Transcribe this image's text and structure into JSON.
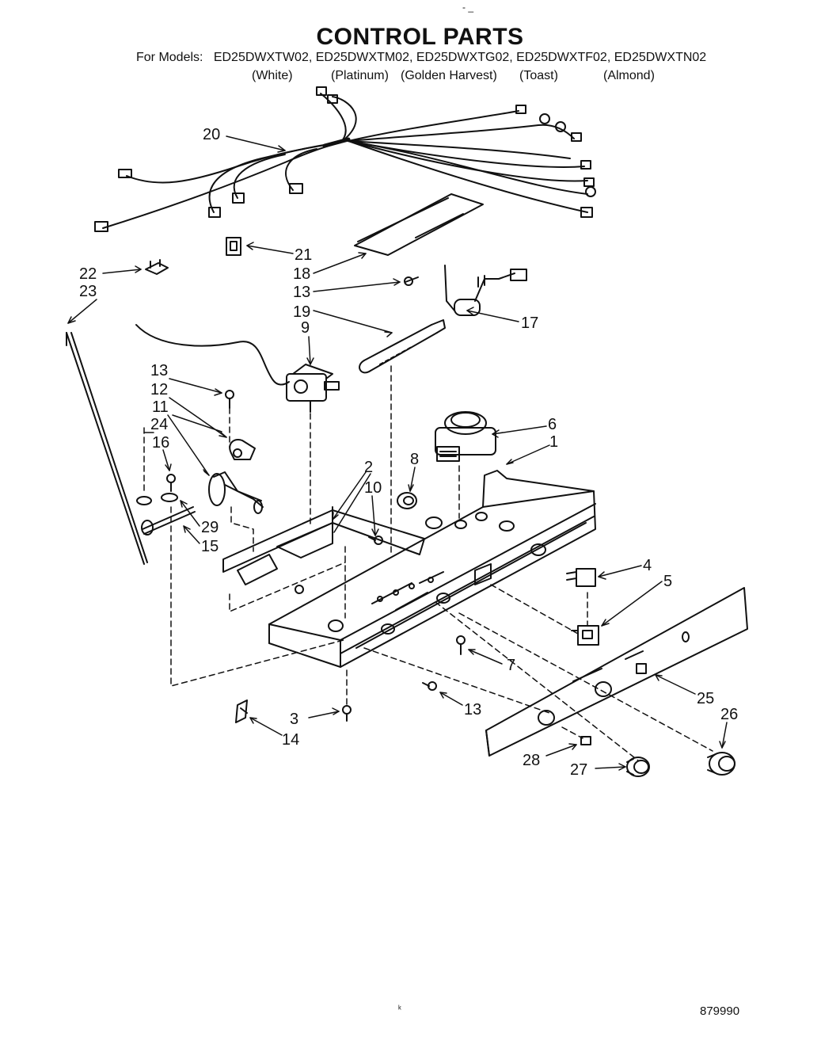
{
  "header": {
    "title": "CONTROL PARTS",
    "models_label": "For Models:",
    "models": "ED25DWXTW02, ED25DWXTM02, ED25DWXTG02, ED25DWXTF02, ED25DWXTN02",
    "colors": [
      "(White)",
      "(Platinum)",
      "(Golden Harvest)",
      "(Toast)",
      "(Almond)"
    ]
  },
  "marks": {
    "top": "- _",
    "bottom": "ᵏ"
  },
  "callouts": [
    "20",
    "21",
    "18",
    "13",
    "17",
    "19",
    "9",
    "22",
    "23",
    "13",
    "12",
    "11",
    "24",
    "16",
    "6",
    "1",
    "8",
    "2",
    "10",
    "29",
    "15",
    "4",
    "5",
    "7",
    "25",
    "26",
    "13",
    "3",
    "14",
    "28",
    "27"
  ],
  "footer": {
    "doc_number": "879990"
  }
}
